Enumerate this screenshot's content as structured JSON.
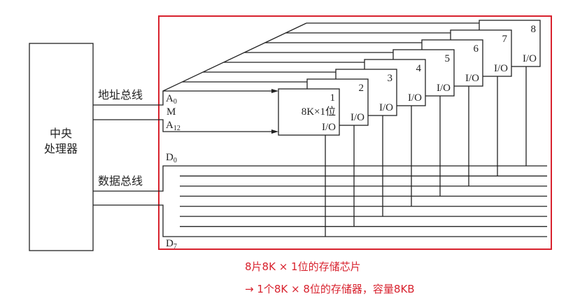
{
  "cpu": {
    "line1": "中央",
    "line2": "处理器"
  },
  "address_bus_label": "地址总线",
  "data_bus_label": "数据总线",
  "signals": {
    "a0": "A",
    "a0_sub": "0",
    "m": "M",
    "a12": "A",
    "a12_sub": "12",
    "d0": "D",
    "d0_sub": "0",
    "d7": "D",
    "d7_sub": "7"
  },
  "chip_desc": "8K×1位",
  "chip_io": "I/O",
  "chips": [
    "1",
    "2",
    "3",
    "4",
    "5",
    "6",
    "7",
    "8"
  ],
  "caption": {
    "line1": "8片8K × 1位的存储芯片",
    "line2": "→ 1个8K × 8位的存储器，容量8KB"
  },
  "colors": {
    "accent": "#d8222e",
    "line": "#222222"
  }
}
